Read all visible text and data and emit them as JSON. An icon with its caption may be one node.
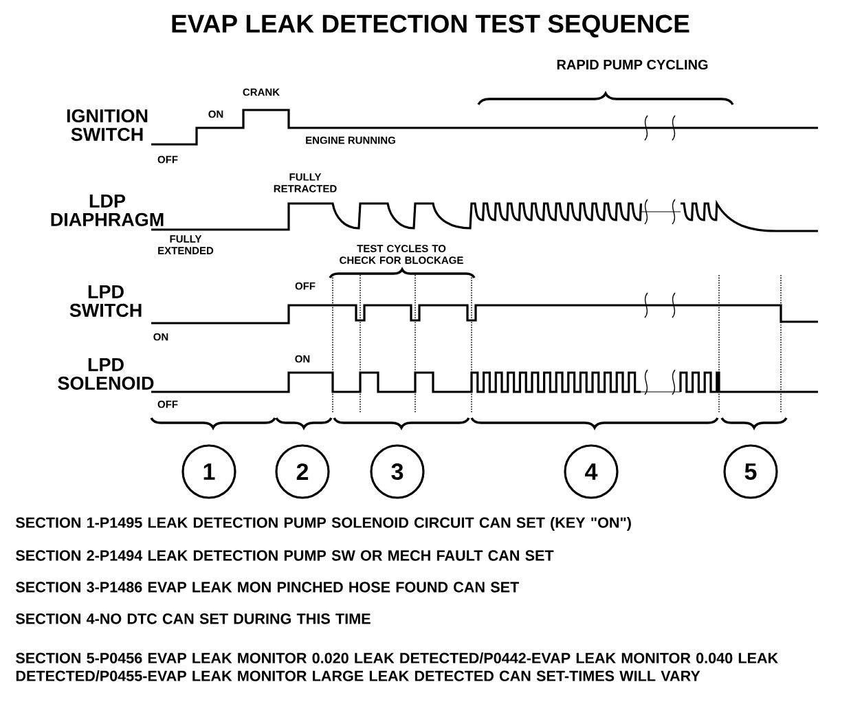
{
  "diagram": {
    "title": "EVAP LEAK DETECTION TEST SEQUENCE",
    "nodes": [
      {
        "text": [
          "1"
        ]
      },
      {
        "text": [
          "2"
        ]
      },
      {
        "text": [
          "3"
        ]
      },
      {
        "text": [
          "4"
        ]
      },
      {
        "text": [
          "5"
        ]
      }
    ],
    "labels": [
      "RAPID PUMP CYCLING",
      "IGNITION SWITCH",
      "CRANK",
      "ON",
      "ENGINE RUNNING",
      "OFF",
      "LDP DIAPHRAGM",
      "FULLY RETRACTED",
      "FULLY EXTENDED",
      "TEST CYCLES TO CHECK FOR BLOCKAGE",
      "LPD SWITCH",
      "OFF",
      "ON",
      "LPD SOLENOID",
      "ON",
      "OFF",
      "SECTION 1-P1495 LEAK DETECTION PUMP SOLENOID CIRCUIT CAN SET (KEY \"ON\")",
      "SECTION 2-P1494 LEAK DETECTION PUMP SW OR MECH FAULT CAN SET",
      "SECTION 3-P1486 EVAP LEAK MON PINCHED HOSE FOUND CAN SET",
      "SECTION 4-NO DTC CAN SET DURING THIS TIME",
      "SECTION 5-P0456 EVAP LEAK MONITOR 0.020 LEAK DETECTED/P0442-EVAP LEAK MONITOR 0.040 LEAK DETECTED/P0455-EVAP LEAK MONITOR LARGE LEAK DETECTED CAN SET-TIMES WILL VARY"
    ]
  }
}
